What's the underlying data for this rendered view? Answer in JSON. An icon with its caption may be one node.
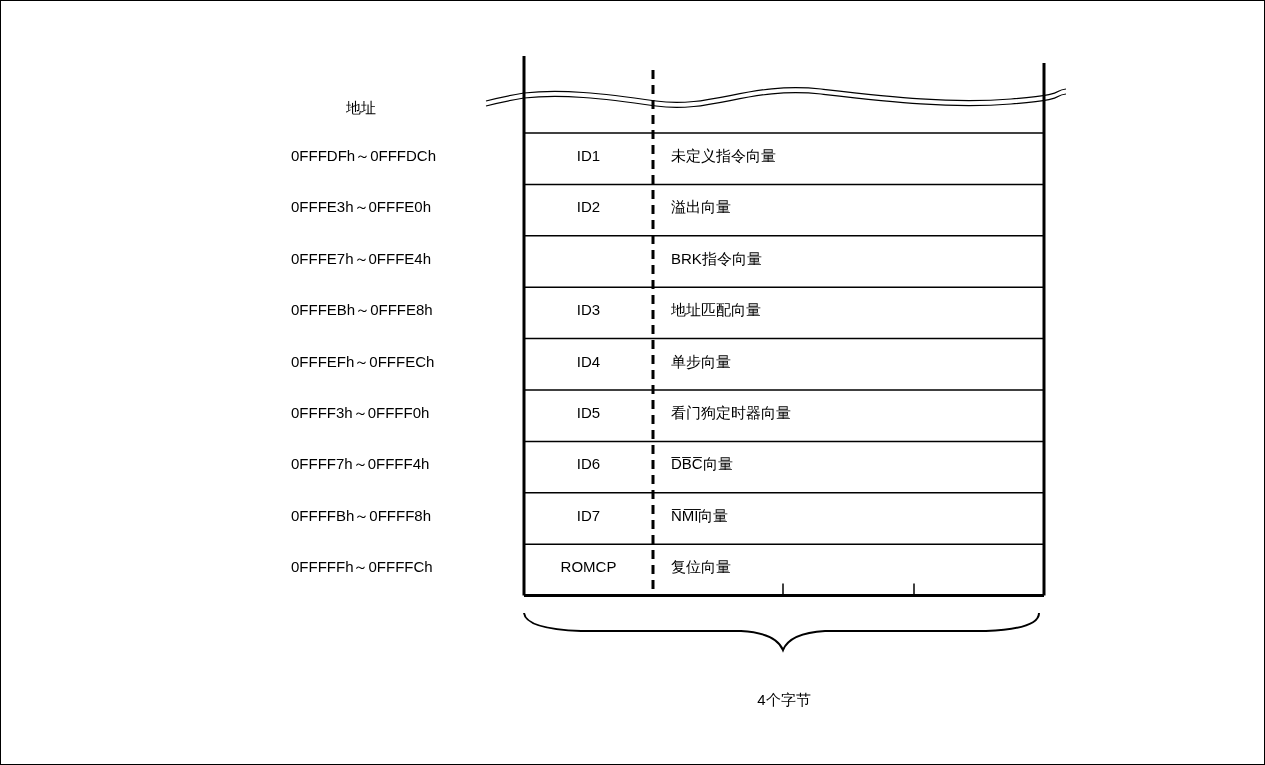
{
  "diagram": {
    "labels": [
      "地址",
      "0FFFDFh～0FFFDCh",
      "ID1",
      "未定义指令向量",
      "0FFFE3h～0FFFE0h",
      "ID2",
      "溢出向量",
      "0FFFE7h～0FFFE4h",
      "BRK指令向量",
      "0FFFEBh～0FFFE8h",
      "ID3",
      "地址匹配向量",
      "0FFFEFh～0FFFECh",
      "ID4",
      "单步向量",
      "0FFFF3h～0FFFF0h",
      "ID5",
      "看门狗定时器向量",
      "0FFFF7h～0FFFF4h",
      "ID6",
      "D̅B̅C̅向量",
      "0FFFFBh～0FFFF8h",
      "ID7",
      "N̅M̅I̅向量",
      "0FFFFFh～0FFFFCh",
      "ROMCP",
      "复位向量",
      "4个字节"
    ]
  }
}
